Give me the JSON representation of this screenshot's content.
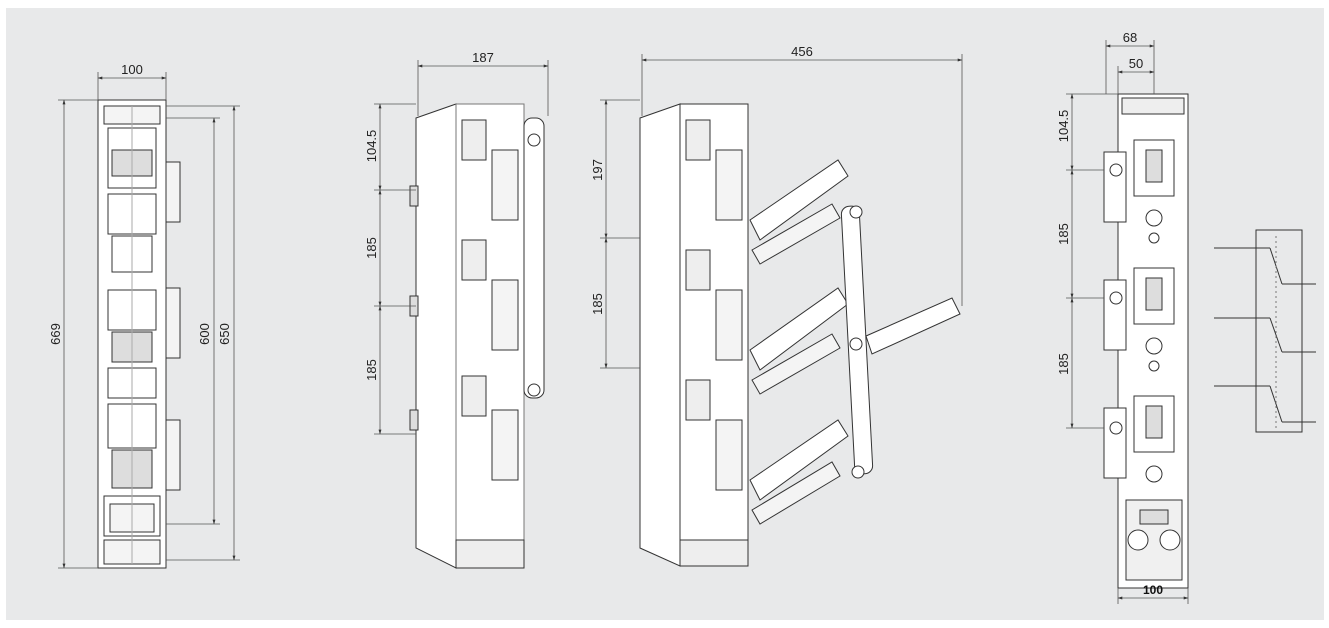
{
  "colors": {
    "panel": "#e8e9ea",
    "line": "#333333",
    "dim": "#555555",
    "fill": "#ffffff"
  },
  "views": {
    "front": {
      "width": "100",
      "overall": "669",
      "inner": "600",
      "mount": "650"
    },
    "side": {
      "depth": "187",
      "top": "104.5",
      "pitch1": "185",
      "pitch2": "185"
    },
    "open": {
      "depth": "456",
      "top": "197",
      "pitch": "185"
    },
    "rear": {
      "w1": "68",
      "w2": "50",
      "top": "104.5",
      "pitch1": "185",
      "pitch2": "185",
      "width": "100"
    }
  }
}
